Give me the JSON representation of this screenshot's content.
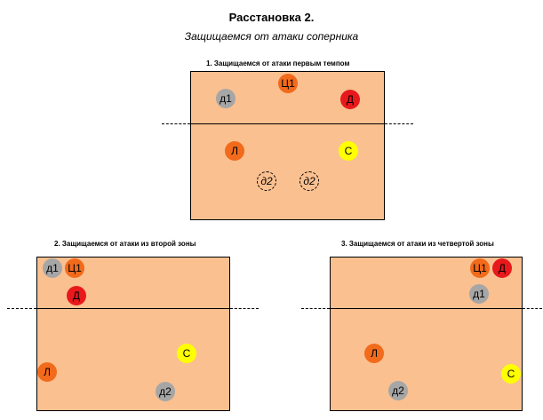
{
  "title": "Расстановка 2.",
  "subtitle": "Защищаемся от атаки соперника",
  "diagrams": [
    {
      "caption": "1. Защищаемся от атаки первым темпом",
      "players": {
        "d1": "д1",
        "c1": "Ц1",
        "d": "Д",
        "l": "Л",
        "s": "С",
        "d2a": "д2",
        "d2b": "д2"
      }
    },
    {
      "caption": "2. Защищаемся от атаки из второй зоны",
      "players": {
        "d1": "д1",
        "c1": "Ц1",
        "d": "Д",
        "s": "С",
        "l": "Л",
        "d2": "д2"
      }
    },
    {
      "caption": "3. Защищаемся от атаки из четвертой зоны",
      "players": {
        "c1": "Ц1",
        "d": "Д",
        "d1": "д1",
        "l": "Л",
        "s": "С",
        "d2": "д2"
      }
    }
  ],
  "colors": {
    "court": "#fac090",
    "gray": "#a6a6a6",
    "orange": "#f26a1b",
    "red": "#e8191c",
    "yellow": "#ffff00"
  }
}
